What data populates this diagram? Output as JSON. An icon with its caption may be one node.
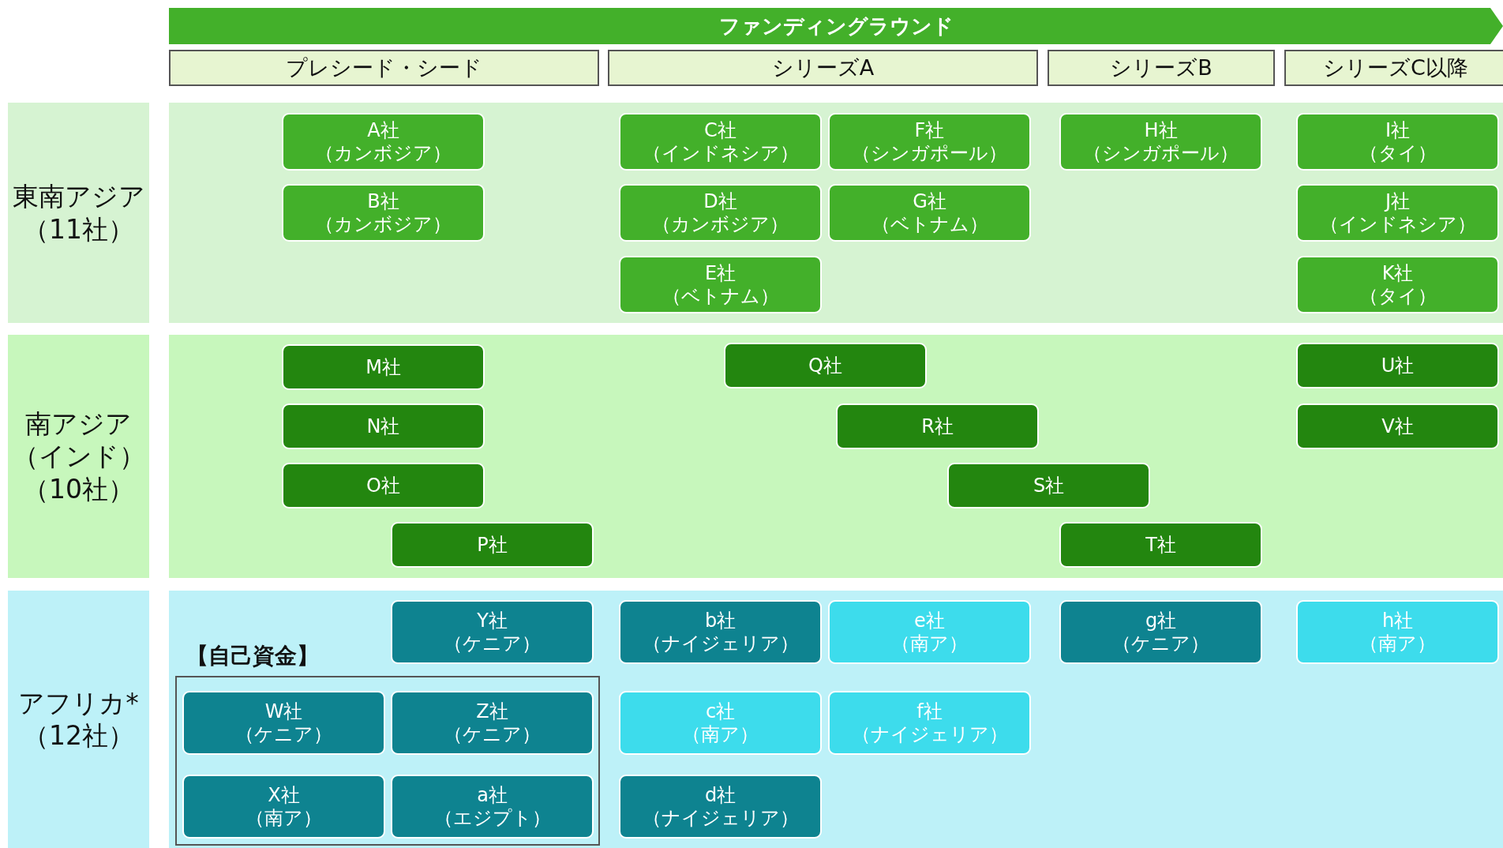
{
  "diagram": {
    "nodes": [
      {
        "text": [
          "ファンディングラウンド"
        ]
      },
      {
        "text": [
          "プレシード・シード"
        ]
      },
      {
        "text": [
          "シリーズA"
        ]
      },
      {
        "text": [
          "シリーズB"
        ]
      },
      {
        "text": [
          "シリーズC以降"
        ]
      },
      {
        "text": [
          "東南アジア",
          "（11社）"
        ]
      },
      {
        "text": [
          "A社",
          "（カンボジア）"
        ]
      },
      {
        "text": [
          "B社",
          "（カンボジア）"
        ]
      },
      {
        "text": [
          "C社",
          "（インドネシア）"
        ]
      },
      {
        "text": [
          "F社",
          "（シンガポール）"
        ]
      },
      {
        "text": [
          "H社",
          "（シンガポール）"
        ]
      },
      {
        "text": [
          "I社",
          "（タイ）"
        ]
      },
      {
        "text": [
          "D社",
          "（カンボジア）"
        ]
      },
      {
        "text": [
          "G社",
          "（ベトナム）"
        ]
      },
      {
        "text": [
          "J社",
          "（インドネシア）"
        ]
      },
      {
        "text": [
          "E社",
          "（ベトナム）"
        ]
      },
      {
        "text": [
          "K社",
          "（タイ）"
        ]
      },
      {
        "text": [
          "南アジア",
          "（インド）",
          "（10社）"
        ]
      },
      {
        "text": [
          "M社"
        ]
      },
      {
        "text": [
          "Q社"
        ]
      },
      {
        "text": [
          "U社"
        ]
      },
      {
        "text": [
          "N社"
        ]
      },
      {
        "text": [
          "R社"
        ]
      },
      {
        "text": [
          "V社"
        ]
      },
      {
        "text": [
          "O社"
        ]
      },
      {
        "text": [
          "S社"
        ]
      },
      {
        "text": [
          "P社"
        ]
      },
      {
        "text": [
          "T社"
        ]
      },
      {
        "text": [
          "アフリカ*",
          "（12社）"
        ]
      },
      {
        "text": [
          "Y社",
          "（ケニア）"
        ]
      },
      {
        "text": [
          "b社",
          "（ナイジェリア）"
        ]
      },
      {
        "text": [
          "e社",
          "（南ア）"
        ]
      },
      {
        "text": [
          "g社",
          "（ケニア）"
        ]
      },
      {
        "text": [
          "h社",
          "（南ア）"
        ]
      },
      {
        "text": [
          "【自己資金】"
        ]
      },
      {
        "text": [
          "W社",
          "（ケニア）"
        ],
        "in": 34
      },
      {
        "text": [
          "Z社",
          "（ケニア）"
        ],
        "in": 34
      },
      {
        "text": [
          "X社",
          "（南ア）"
        ],
        "in": 34
      },
      {
        "text": [
          "a社",
          "（エジプト）"
        ],
        "in": 34
      },
      {
        "text": [
          "c社",
          "（南ア）"
        ]
      },
      {
        "text": [
          "f社",
          "（ナイジェリア）"
        ]
      },
      {
        "text": [
          "d社",
          "（ナイジェリア）"
        ]
      }
    ]
  }
}
